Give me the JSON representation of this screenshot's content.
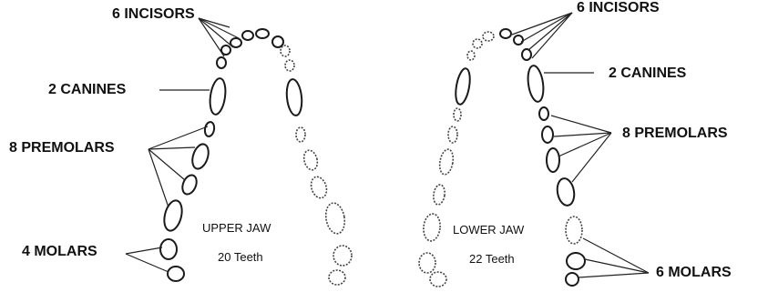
{
  "upper_jaw": {
    "title": "UPPER JAW",
    "count": "20 Teeth",
    "labels": {
      "incisors": "6 INCISORS",
      "canines": "2 CANINES",
      "premolars": "8 PREMOLARS",
      "molars": "4 MOLARS"
    }
  },
  "lower_jaw": {
    "title": "LOWER JAW",
    "count": "22 Teeth",
    "labels": {
      "incisors": "6 INCISORS",
      "canines": "2 CANINES",
      "premolars": "8 PREMOLARS",
      "molars": "6 MOLARS"
    }
  }
}
